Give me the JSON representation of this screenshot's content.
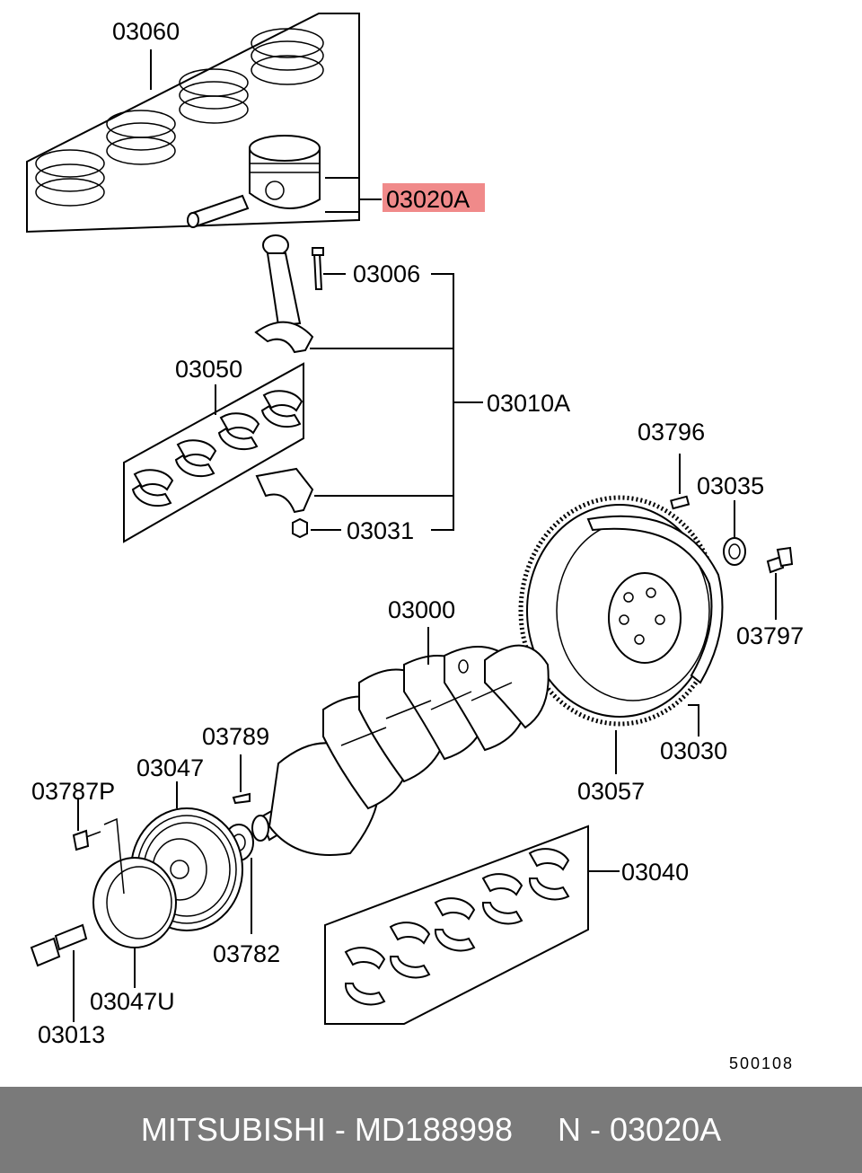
{
  "callouts": [
    {
      "id": "03060",
      "label": "03060"
    },
    {
      "id": "03020A",
      "label": "03020A",
      "highlighted": true,
      "highlight_color": "#f08a8a"
    },
    {
      "id": "03006",
      "label": "03006"
    },
    {
      "id": "03050",
      "label": "03050"
    },
    {
      "id": "03010A",
      "label": "03010A"
    },
    {
      "id": "03796",
      "label": "03796"
    },
    {
      "id": "03035",
      "label": "03035"
    },
    {
      "id": "03031",
      "label": "03031"
    },
    {
      "id": "03000",
      "label": "03000"
    },
    {
      "id": "03797",
      "label": "03797"
    },
    {
      "id": "03789",
      "label": "03789"
    },
    {
      "id": "03047",
      "label": "03047"
    },
    {
      "id": "03030",
      "label": "03030"
    },
    {
      "id": "03787P",
      "label": "03787P"
    },
    {
      "id": "03057",
      "label": "03057"
    },
    {
      "id": "03040",
      "label": "03040"
    },
    {
      "id": "03782",
      "label": "03782"
    },
    {
      "id": "03047U",
      "label": "03047U"
    },
    {
      "id": "03013",
      "label": "03013"
    }
  ],
  "diagram_number": "500108",
  "footer": {
    "brand": "MITSUBISHI",
    "part_number": "MD188998",
    "ref": "N - 03020A"
  }
}
